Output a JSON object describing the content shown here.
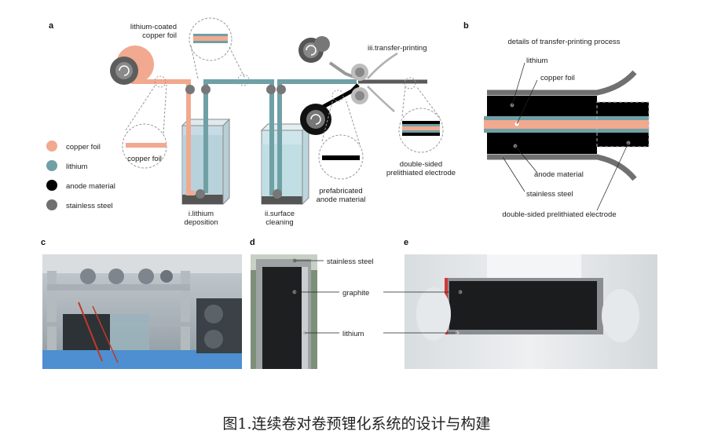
{
  "panels": {
    "a": "a",
    "b": "b",
    "c": "c",
    "d": "d",
    "e": "e"
  },
  "panel_a": {
    "legend": [
      {
        "label": "copper foil",
        "color": "#f1a98f"
      },
      {
        "label": "lithium",
        "color": "#6fa0a6"
      },
      {
        "label": "anode material",
        "color": "#000000"
      },
      {
        "label": "stainless steel",
        "color": "#707070"
      }
    ],
    "callout_coated_line1": "lithium-coated",
    "callout_coated_line2": "copper foil",
    "callout_copper": "copper foil",
    "stage_1_line1": "i.lithium",
    "stage_1_line2": "deposition",
    "stage_2_line1": "ii.surface",
    "stage_2_line2": "cleaning",
    "stage_3": "iii.transfer-printing",
    "prefab_line1": "prefabricated",
    "prefab_line2": "anode material",
    "electrode_line1": "double-sided",
    "electrode_line2": "prelithiated electrode"
  },
  "panel_b": {
    "title": "details of transfer-printing process",
    "lithium": "lithium",
    "copper_foil": "copper foil",
    "anode_material": "anode material",
    "stainless_steel": "stainless steel",
    "electrode": "double-sided prelithiated electrode"
  },
  "panel_d": {
    "stainless_steel": "stainless steel",
    "graphite": "graphite",
    "lithium": "lithium"
  },
  "colors": {
    "copper": "#f1a98f",
    "lithium": "#6fa0a6",
    "anode": "#000000",
    "steel": "#707070",
    "bath": "#bfd9e4"
  },
  "caption": "图1.连续卷对卷预锂化系统的设计与构建"
}
